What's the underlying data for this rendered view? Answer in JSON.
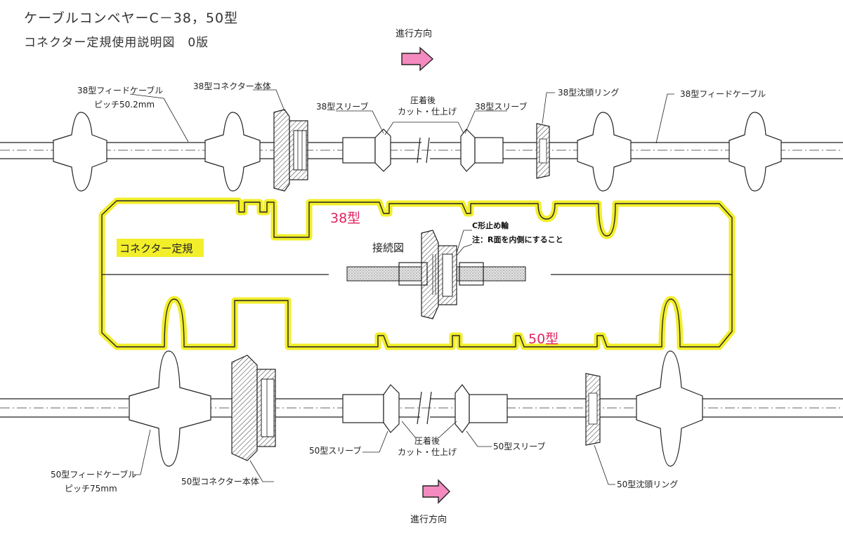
{
  "title": {
    "line1": "ケーブルコンベヤーC－38，50型",
    "line2": "コネクター定規使用説明図　0版"
  },
  "direction_top": "進行方向",
  "direction_bottom": "進行方向",
  "top_row": {
    "feed_cable_left": "38型フィードケーブル",
    "pitch": "ピッチ50.2mm",
    "connector_body": "38型コネクター本体",
    "sleeve_left": "38型スリーブ",
    "crimp_line1": "圧着後",
    "crimp_line2": "カット・仕上げ",
    "sleeve_right": "38型スリーブ",
    "countersunk_ring": "38型沈頭リング",
    "feed_cable_right": "38型フィードケーブル"
  },
  "gauge": {
    "name": "コネクター定規",
    "label_38": "38型",
    "label_50": "50型",
    "connection_diagram": "接続図",
    "c_ring": "C形止め輪",
    "note": "注：R面を内側にすること"
  },
  "bottom_row": {
    "feed_cable": "50型フィードケーブル",
    "pitch": "ピッチ75mm",
    "connector_body": "50型コネクター本体",
    "sleeve_left": "50型スリーブ",
    "crimp_line1": "圧着後",
    "crimp_line2": "カット・仕上げ",
    "sleeve_right": "50型スリーブ",
    "countersunk_ring": "50型沈頭リング"
  },
  "colors": {
    "highlight": "#f2ee2a",
    "arrow": "#f48ac0",
    "red_text": "#e0245e"
  }
}
